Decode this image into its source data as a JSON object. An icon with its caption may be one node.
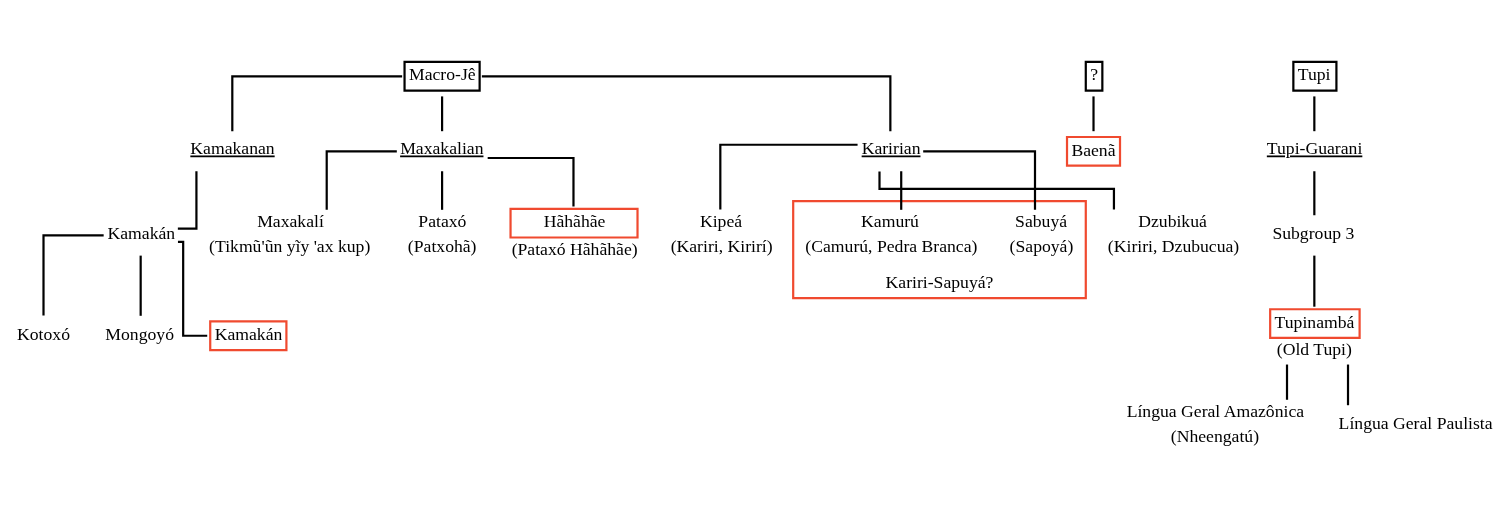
{
  "diagram": {
    "nodes": [
      {
        "text": [
          "Macro-Jê"
        ]
      },
      {
        "text": [
          "Kamakanan"
        ]
      },
      {
        "text": [
          "Kamakán"
        ]
      },
      {
        "text": [
          "Kotoxó"
        ]
      },
      {
        "text": [
          "Mongoyó"
        ]
      },
      {
        "text": [
          "Kamakán"
        ]
      },
      {
        "text": [
          "Maxakalian"
        ]
      },
      {
        "text": [
          "Maxakalí",
          "(Tikmũ'ũn yĩy 'ax kup)"
        ]
      },
      {
        "text": [
          "Pataxó",
          "(Patxohã)"
        ]
      },
      {
        "text": [
          "Hãhãhãe",
          "(Pataxó Hãhãhãe)"
        ]
      },
      {
        "text": [
          "Karirian"
        ]
      },
      {
        "text": [
          "Kipeá",
          "(Kariri, Kirirí)"
        ]
      },
      {
        "text": [
          "Kariri-Sapuyá?"
        ]
      },
      {
        "text": [
          "Sabuyá",
          "(Sapoyá)"
        ],
        "in": 12
      },
      {
        "text": [
          "Kamurú",
          "(Camurú, Pedra Branca)"
        ],
        "in": 12
      },
      {
        "text": [
          "Dzubikuá",
          "(Kiriri, Dzubucua)"
        ]
      },
      {
        "text": [
          "?"
        ]
      },
      {
        "text": [
          "Baenã"
        ]
      },
      {
        "text": [
          "Tupi"
        ]
      },
      {
        "text": [
          "Tupi-Guarani"
        ]
      },
      {
        "text": [
          "Subgroup 3"
        ]
      },
      {
        "text": [
          "Tupinambá",
          "(Old Tupi)"
        ]
      },
      {
        "text": [
          "Língua Geral Amazônica",
          "(Nheengatú)"
        ]
      },
      {
        "text": [
          "Língua Geral Paulista"
        ]
      }
    ],
    "edges": [
      {
        "from": 0,
        "to": 1,
        "arrow": "none"
      },
      {
        "from": 0,
        "to": 10,
        "arrow": "none"
      },
      {
        "from": 0,
        "to": 6,
        "arrow": "none"
      },
      {
        "from": 1,
        "to": 2,
        "arrow": "none"
      },
      {
        "from": 2,
        "to": 3,
        "arrow": "none"
      },
      {
        "from": 2,
        "to": 4,
        "arrow": "none"
      },
      {
        "from": 2,
        "to": 5,
        "arrow": "none"
      },
      {
        "from": 6,
        "to": 7,
        "arrow": "none"
      },
      {
        "from": 6,
        "to": 8,
        "arrow": "none"
      },
      {
        "from": 6,
        "to": 9,
        "arrow": "none"
      },
      {
        "from": 10,
        "to": 11,
        "arrow": "none"
      },
      {
        "from": 10,
        "to": 13,
        "arrow": "none"
      },
      {
        "from": 10,
        "to": 14,
        "arrow": "none"
      },
      {
        "from": 10,
        "to": 15,
        "arrow": "none"
      },
      {
        "from": 16,
        "to": 17,
        "arrow": "none"
      },
      {
        "from": 18,
        "to": 19,
        "arrow": "none"
      },
      {
        "from": 19,
        "to": 20,
        "arrow": "none"
      },
      {
        "from": 20,
        "to": 21,
        "arrow": "none"
      },
      {
        "from": 21,
        "to": 22,
        "arrow": "none"
      },
      {
        "from": 21,
        "to": 23,
        "arrow": "none"
      }
    ]
  }
}
